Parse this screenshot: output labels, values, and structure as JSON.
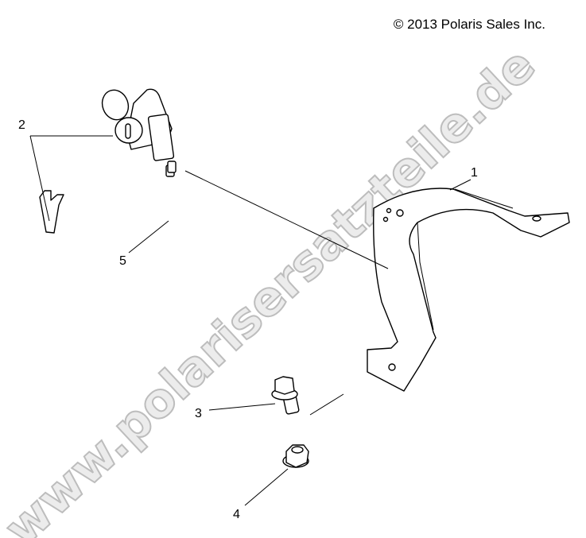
{
  "copyright": "© 2013 Polaris Sales Inc.",
  "watermark": "www.polarisersatzteile.de",
  "callouts": [
    {
      "number": "1",
      "part": "bracket"
    },
    {
      "number": "2",
      "part": "ignition-switch-with-key"
    },
    {
      "number": "3",
      "part": "flange-bolt"
    },
    {
      "number": "4",
      "part": "flange-nut"
    },
    {
      "number": "5",
      "part": "screw"
    }
  ]
}
